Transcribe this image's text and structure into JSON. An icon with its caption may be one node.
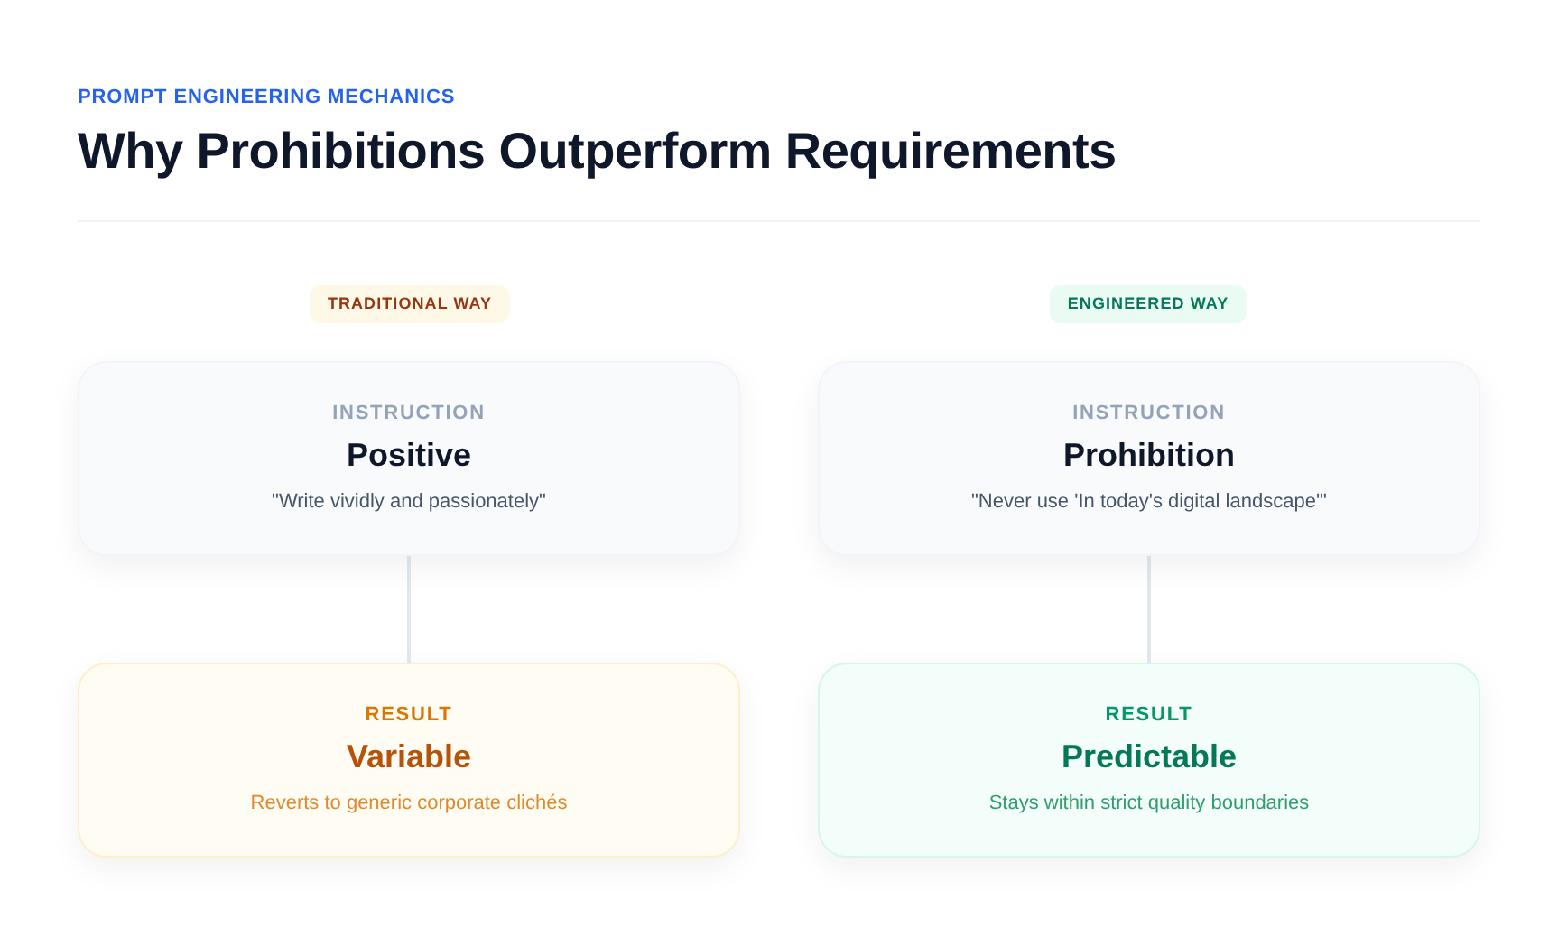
{
  "diagram": {
    "title": "Why Prohibitions Outperform Requirements",
    "nodes": [
      {
        "text": [
          "TRADITIONAL WAY"
        ]
      },
      {
        "text": [
          "ENGINEERED WAY"
        ]
      },
      {
        "text": [
          "INSTRUCTION",
          "Positive",
          "\"Write vividly and passionately\""
        ]
      },
      {
        "text": [
          "INSTRUCTION",
          "Prohibition",
          "\"Never use 'In today's digital landscape'\""
        ]
      },
      {
        "text": [
          "RESULT",
          "Variable",
          "Reverts to generic corporate clichés"
        ]
      },
      {
        "text": [
          "RESULT",
          "Predictable",
          "Stays within strict quality boundaries"
        ]
      }
    ],
    "edges": [
      {
        "from": 2,
        "to": 4,
        "arrow": "none"
      },
      {
        "from": 3,
        "to": 5,
        "arrow": "none"
      }
    ],
    "labels": [
      "PROMPT ENGINEERING MECHANICS"
    ]
  }
}
